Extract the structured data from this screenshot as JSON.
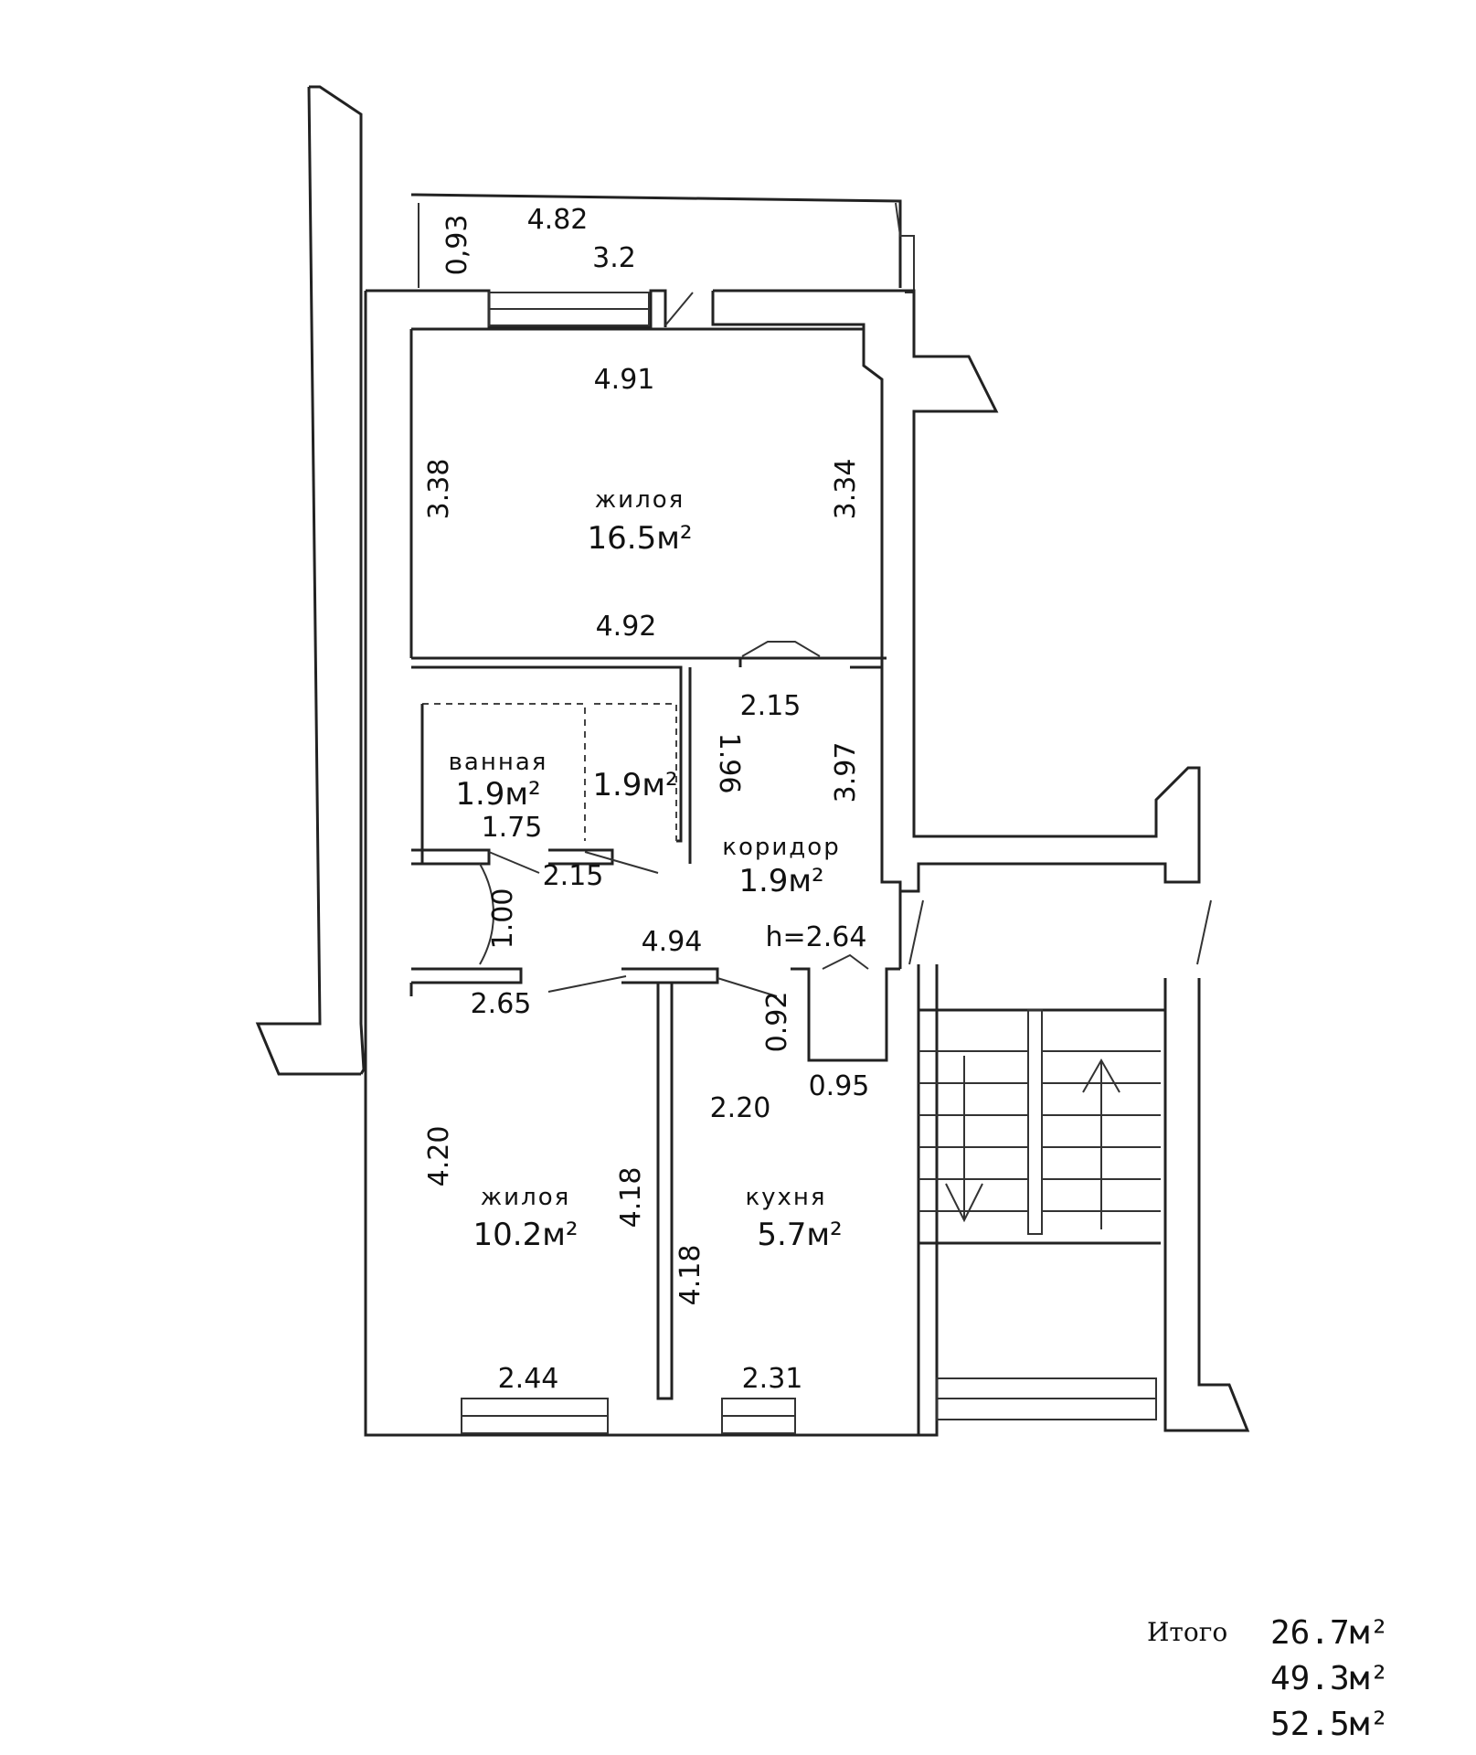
{
  "rooms": {
    "living_big": {
      "name": "жилоя",
      "area": "16.5м²"
    },
    "bath": {
      "name": "ванная",
      "area": "1.9м²"
    },
    "wc": {
      "area": "1.9м²"
    },
    "corridor": {
      "name": "коридор",
      "area": "1.9м²"
    },
    "living_small": {
      "name": "жилоя",
      "area": "10.2м²"
    },
    "kitchen": {
      "name": "кухня",
      "area": "5.7м²"
    }
  },
  "dimensions": {
    "balcony_height": "0,93",
    "balcony_length": "4.82",
    "balcony_area": "3.2",
    "living_big_top": "4.91",
    "living_big_left": "3.38",
    "living_big_right": "3.34",
    "living_big_bottom": "4.92",
    "corridor_top": "2.15",
    "bath_wc_height": "1.96",
    "corridor_right": "3.97",
    "bath_width": "1.75",
    "wc_bottom": "2.15",
    "closet_height": "1.00",
    "corridor_bottom": "4.94",
    "ceiling_height": "h=2.64",
    "small_room_top": "2.65",
    "niche_height": "0.92",
    "niche_width": "0.95",
    "kitchen_top": "2.20",
    "small_room_left": "4.20",
    "small_room_right": "4.18",
    "kitchen_left": "4.18",
    "small_room_bottom": "2.44",
    "kitchen_bottom": "2.31"
  },
  "totals": {
    "label": "Итого",
    "values": [
      "26.7м²",
      "49.3м²",
      "52.5м²"
    ]
  }
}
